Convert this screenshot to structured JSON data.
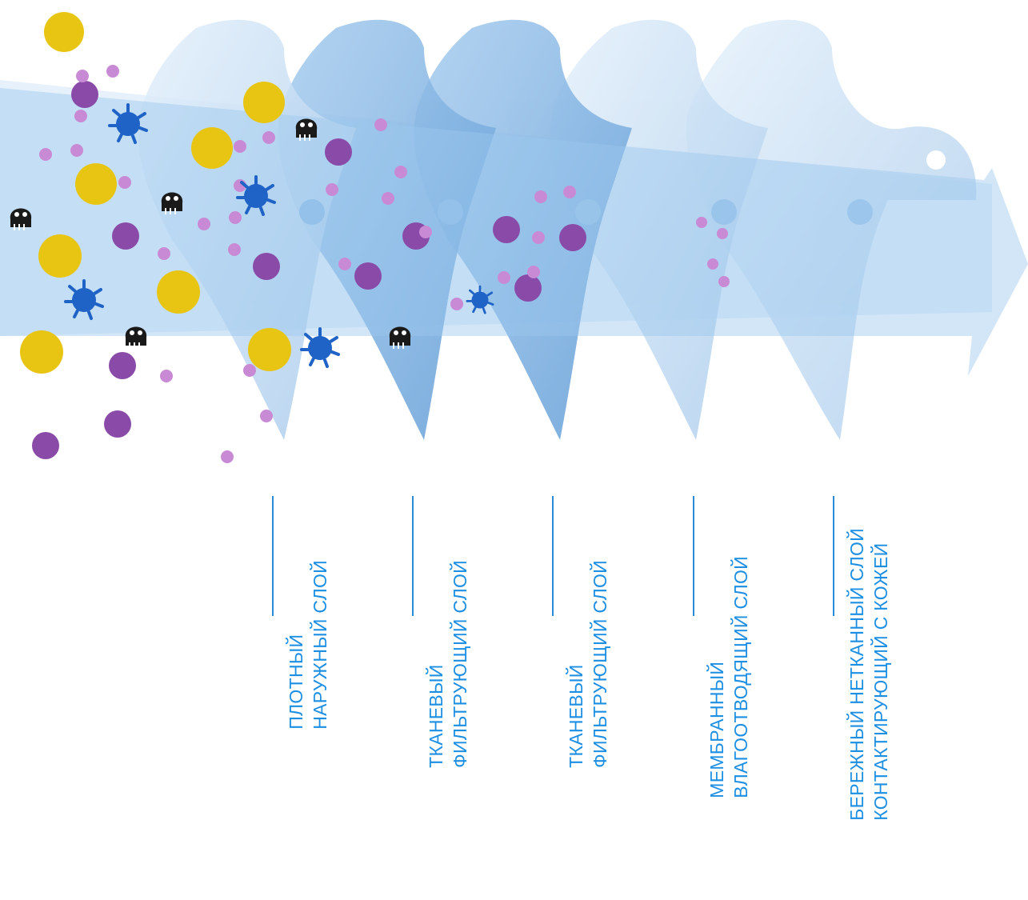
{
  "colors": {
    "label_text": "#1c8fe3",
    "label_rule": "#2a8ad8",
    "arrow": "#9cc8ee",
    "virus": "#1f63c6",
    "dust": "#e8c513",
    "particle_large": "#8a4aa8",
    "particle_small": "#c88ad4",
    "bacteria": "#1a1a1a"
  },
  "particle_icons": {
    "dust": "yellow-circle-dust",
    "virus": "spiky-blue-virus",
    "bacteria": "black-skull-bacteria",
    "allergen_large": "purple-circle",
    "allergen_small": "light-purple-dot"
  },
  "layers": [
    {
      "id": "outer",
      "label_lines": [
        "ПЛОТНЫЙ",
        "НАРУЖНЫЙ СЛОЙ"
      ]
    },
    {
      "id": "filter-1",
      "label_lines": [
        "ТКАНЕВЫЙ",
        "ФИЛЬТРУЮЩИЙ СЛОЙ"
      ]
    },
    {
      "id": "filter-2",
      "label_lines": [
        "ТКАНЕВЫЙ",
        "ФИЛЬТРУЮЩИЙ СЛОЙ"
      ]
    },
    {
      "id": "membrane",
      "label_lines": [
        "МЕМБРАННЫЙ",
        "ВЛАГООТВОДЯЩИЙ СЛОЙ"
      ]
    },
    {
      "id": "inner",
      "label_lines": [
        "БЕРЕЖНЫЙ НЕТКАННЫЙ СЛОЙ",
        "КОНТАКТИРУЮЩИЙ С КОЖЕЙ"
      ]
    }
  ]
}
